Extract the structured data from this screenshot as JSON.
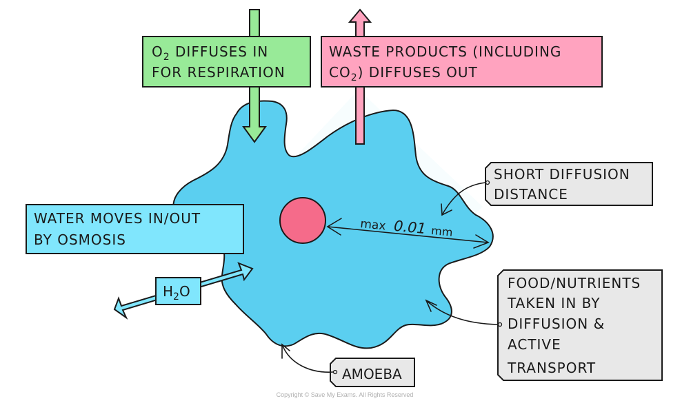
{
  "title": "Amoeba: exchange of substances by diffusion",
  "colors": {
    "cell": "#5bcff0",
    "nucleus": "#f56b8a",
    "oxygen_box": "#98ea98",
    "waste_box": "#ffa3bf",
    "water_box": "#80e6fd",
    "tag": "#e8e8e8",
    "outline": "#1a1a1a"
  },
  "labels": {
    "oxygen": {
      "line1_prefix": "O",
      "line1_sub": "2",
      "line1_suffix": " DIFFUSES IN",
      "line2": "FOR RESPIRATION"
    },
    "waste": {
      "line1": "WASTE PRODUCTS (INCLUDING",
      "line2_prefix": "CO",
      "line2_sub": "2",
      "line2_suffix": ") DIFFUSES OUT"
    },
    "water": {
      "line1": "WATER MOVES IN/OUT",
      "line2": "BY OSMOSIS"
    },
    "h2o": {
      "prefix": "H",
      "sub": "2",
      "suffix": "O"
    },
    "short_diffusion": {
      "line1": "SHORT DIFFUSION",
      "line2": "DISTANCE"
    },
    "distance": {
      "prefix": "max",
      "value": "0.01",
      "unit": "mm"
    },
    "food": {
      "lines": [
        "FOOD/NUTRIENTS",
        "TAKEN IN BY",
        "DIFFUSION &",
        "ACTIVE",
        "TRANSPORT"
      ]
    },
    "amoeba": "AMOEBA"
  },
  "copyright": "Copyright © Save My Exams. All Rights Reserved"
}
